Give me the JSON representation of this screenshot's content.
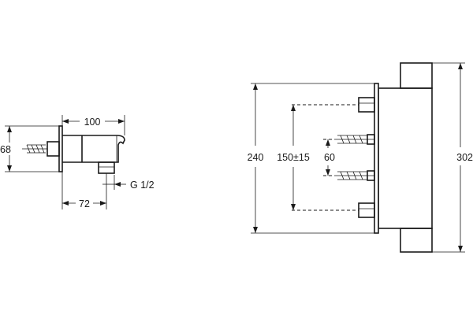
{
  "side_view": {
    "dim_width": "100",
    "dim_height": "68",
    "dim_outlet_offset": "72",
    "thread_label": "G 1/2"
  },
  "front_view": {
    "dim_total_height": "302",
    "dim_frame_height": "240",
    "dim_bolt_spacing": "150±15",
    "dim_anchor_spacing": "60"
  }
}
